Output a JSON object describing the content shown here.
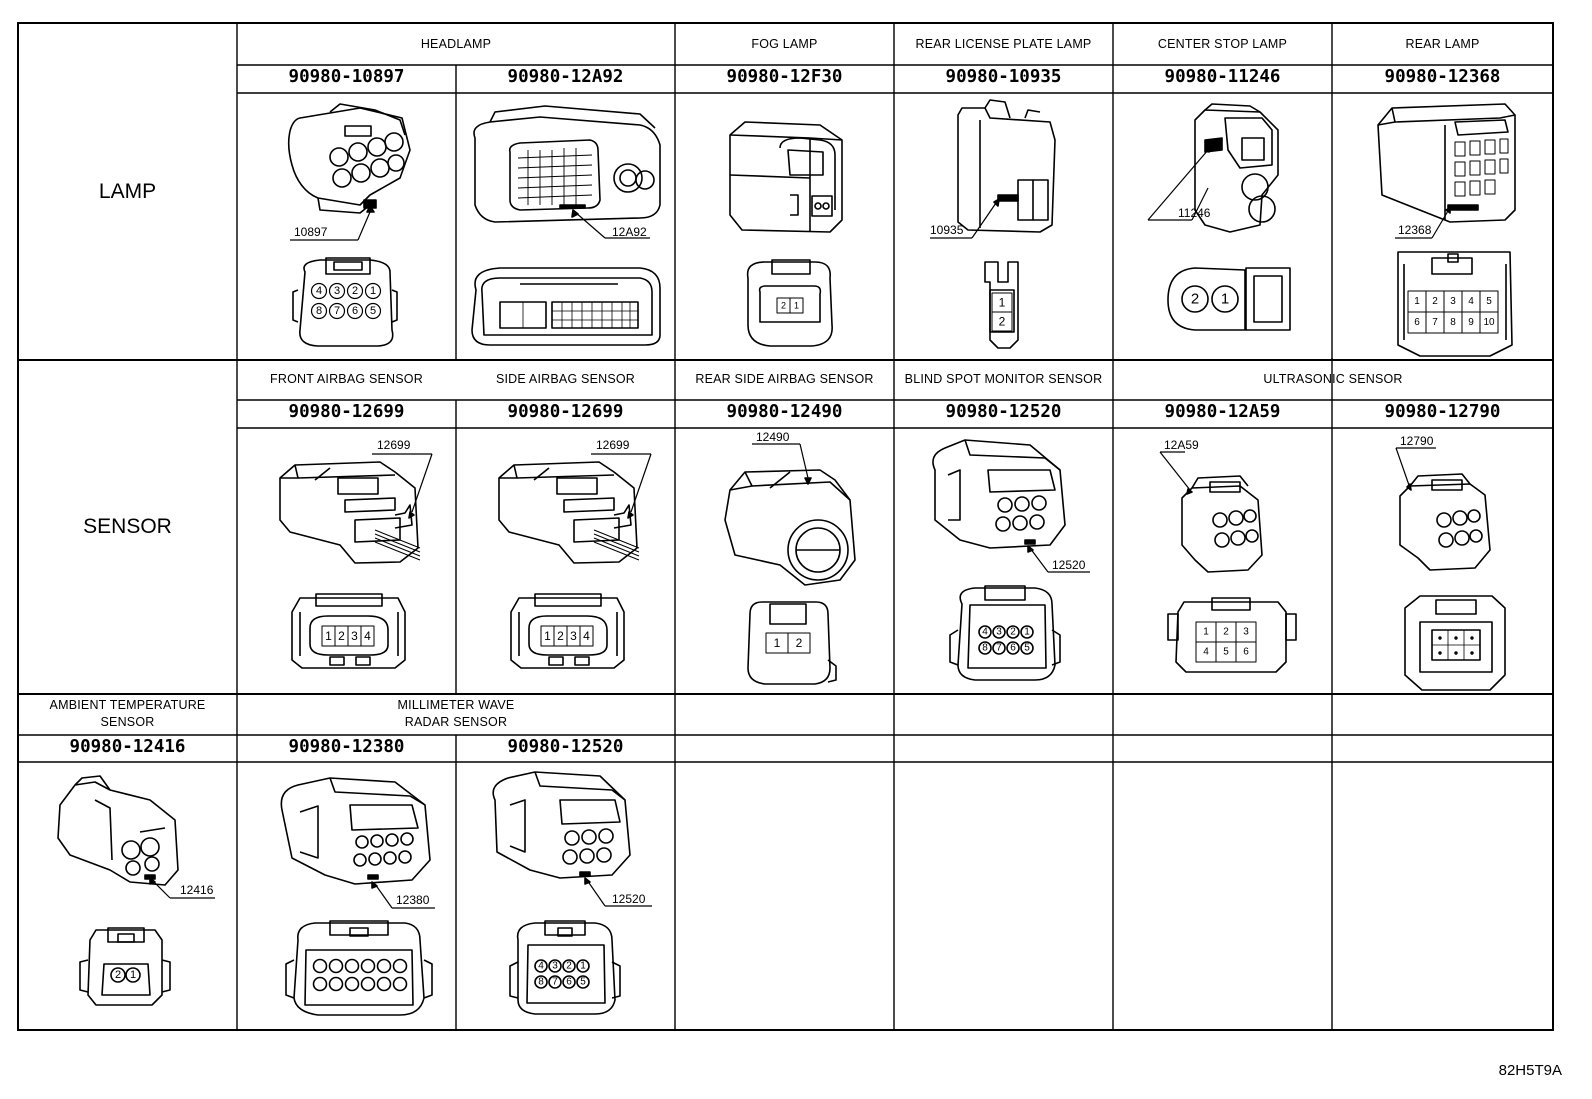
{
  "row_labels": {
    "lamp": "LAMP",
    "sensor": "SENSOR"
  },
  "lamp": {
    "headers": {
      "headlamp": "HEADLAMP",
      "fog": "FOG LAMP",
      "license": "REAR LICENSE PLATE LAMP",
      "center_stop": "CENTER STOP LAMP",
      "rear": "REAR LAMP"
    },
    "parts": {
      "p1": "90980-10897",
      "p2": "90980-12A92",
      "p3": "90980-12F30",
      "p4": "90980-10935",
      "p5": "90980-11246",
      "p6": "90980-12368"
    },
    "callouts": {
      "c1": "10897",
      "c2": "12A92",
      "c4": "10935",
      "c5": "11246",
      "c6": "12368"
    }
  },
  "sensor": {
    "headers": {
      "front_airbag": "FRONT AIRBAG SENSOR",
      "side_airbag": "SIDE AIRBAG SENSOR",
      "rear_side_airbag": "REAR SIDE AIRBAG SENSOR",
      "blind_spot": "BLIND SPOT MONITOR SENSOR",
      "ultrasonic": "ULTRASONIC SENSOR"
    },
    "parts": {
      "p1": "90980-12699",
      "p2": "90980-12699",
      "p3": "90980-12490",
      "p4": "90980-12520",
      "p5": "90980-12A59",
      "p6": "90980-12790"
    },
    "callouts": {
      "c1": "12699",
      "c2": "12699",
      "c3": "12490",
      "c4": "12520",
      "c5": "12A59",
      "c6": "12790"
    }
  },
  "row3": {
    "headers": {
      "ambient_1": "AMBIENT TEMPERATURE",
      "ambient_2": "SENSOR",
      "mmw_1": "MILLIMETER WAVE",
      "mmw_2": "RADAR SENSOR"
    },
    "parts": {
      "p0": "90980-12416",
      "p1": "90980-12380",
      "p2": "90980-12520"
    },
    "callouts": {
      "c0": "12416",
      "c1": "12380",
      "c2": "12520"
    }
  },
  "pins": {
    "headlamp_a": [
      "4",
      "3",
      "2",
      "1",
      "8",
      "7",
      "6",
      "5"
    ],
    "fog": [
      "2",
      "1"
    ],
    "license": [
      "1",
      "2"
    ],
    "center_stop": [
      "2",
      "1"
    ],
    "rear": [
      "1",
      "2",
      "3",
      "4",
      "5",
      "6",
      "7",
      "8",
      "9",
      "10"
    ],
    "airbag": [
      "1",
      "2",
      "3",
      "4"
    ],
    "rear_side_airbag": [
      "1",
      "2"
    ],
    "blind_spot": [
      "4",
      "3",
      "2",
      "1",
      "8",
      "7",
      "6",
      "5"
    ],
    "ultrasonic": [
      "1",
      "2",
      "3",
      "4",
      "5",
      "6"
    ],
    "ambient": [
      "2",
      "1"
    ],
    "mmw_b": [
      "4",
      "3",
      "2",
      "1",
      "8",
      "7",
      "6",
      "5"
    ]
  },
  "drawing_code": "82H5T9A"
}
